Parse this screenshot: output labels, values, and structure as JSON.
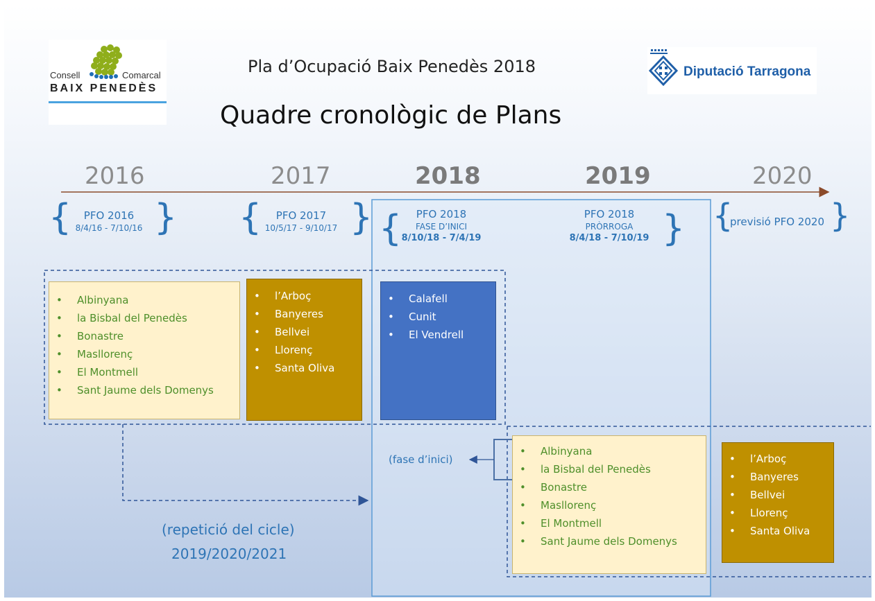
{
  "logos": {
    "consell": {
      "word_left": "Consell",
      "word_right": "Comarcal",
      "name": "BAIX PENEDÈS"
    },
    "diputacio": {
      "name": "Diputació Tarragona"
    }
  },
  "title": {
    "subtitle": "Pla d’Ocupació Baix Penedès 2018",
    "main": "Quadre cronològic de Plans"
  },
  "years": [
    "2016",
    "2017",
    "2018",
    "2019",
    "2020"
  ],
  "plans": {
    "pfo2016": {
      "name": "PFO 2016",
      "dates": "8/4/16 - 7/10/16"
    },
    "pfo2017": {
      "name": "PFO 2017",
      "dates": "10/5/17 - 9/10/17"
    },
    "pfo2018_inici": {
      "name": "PFO 2018",
      "phase": "FASE D’INICI",
      "dates": "8/10/18 - 7/4/19"
    },
    "pfo2018_prorroga": {
      "name": "PFO 2018",
      "phase": "PRÒRROGA",
      "dates": "8/4/18 - 7/10/19"
    },
    "pfo2020": {
      "name": "previsió PFO 2020"
    }
  },
  "groups": {
    "g2016": [
      "Albinyana",
      "la Bisbal del Penedès",
      "Bonastre",
      "Masllorenç",
      "El Montmell",
      "Sant Jaume dels Domenys"
    ],
    "g2017": [
      "l’Arboç",
      "Banyeres",
      "Bellvei",
      "Llorenç",
      "Santa Oliva"
    ],
    "g2018": [
      "Calafell",
      "Cunit",
      "El Vendrell"
    ],
    "g2019": [
      "Albinyana",
      "la Bisbal del Penedès",
      "Bonastre",
      "Masllorenç",
      "El Montmell",
      "Sant Jaume dels Domenys"
    ],
    "g2020": [
      "l’Arboç",
      "Banyeres",
      "Bellvei",
      "Llorenç",
      "Santa Oliva"
    ]
  },
  "notes": {
    "fase_inici": "(fase d’inici)",
    "cycle_line1": "(repetició del cicle)",
    "cycle_line2": "2019/2020/2021"
  },
  "colors": {
    "accent_blue": "#2e74b5",
    "cream_box": "#fff2cc",
    "gold_box": "#bf9000",
    "blue_box": "#4472c4",
    "green_text": "#4e8f2a",
    "arrow": "#8b4a2a"
  }
}
